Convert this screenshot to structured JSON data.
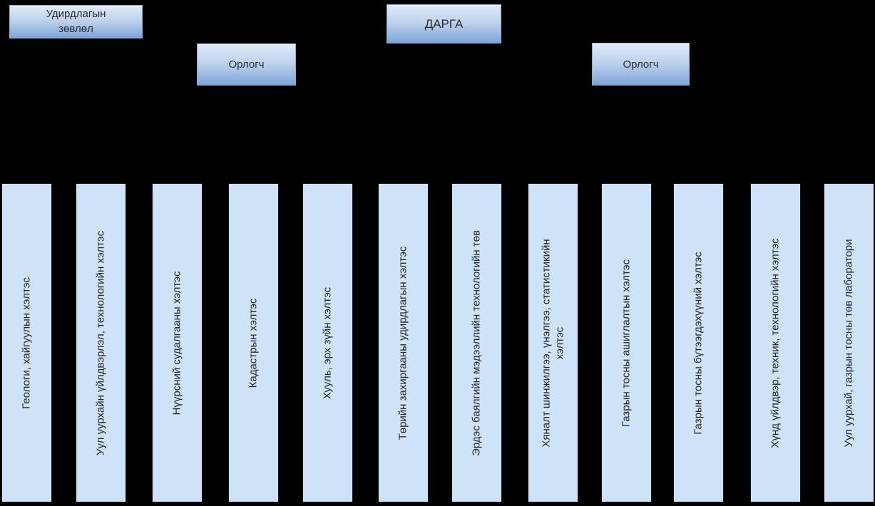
{
  "page": {
    "background_color": "#000000"
  },
  "org_chart": {
    "colors": {
      "node_gradient_top": "#e0eaf8",
      "node_gradient_bottom": "#7ea5da",
      "node_border": "#8fabd0",
      "department_fill": "#cfe3f8",
      "department_border": "#141414",
      "text": "#262626"
    },
    "top_nodes": {
      "board": {
        "label": "Удирдлагын зөвлөл"
      },
      "head": {
        "label": "ДАРГА"
      },
      "deputy_left": {
        "label": "Орлогч"
      },
      "deputy_right": {
        "label": "Орлогч"
      }
    },
    "departments": [
      "Геологи, хайгуулын хэлтэс",
      "Уул уурхайн үйлдвэрлэл, технологийн хэлтэс",
      "Нүүрсний судалгааны хэлтэс",
      "Кадастрын хэлтэс",
      "Хууль, эрх зүйн хэлтэс",
      "Төрийн захиргааны удирдлагын хэлтэс",
      "Эрдэс баялгийн мэдээллийн технологийн төв",
      "Хяналт шинжилгээ, үнэлгээ, статистикийн хэлтэс",
      "Газрын тосны ашиглалтын хэлтэс",
      "Газрын тосны бүтээгдэхүүний хэлтэс",
      "Хүнд үйлдвэр, техник, технологийн хэлтэс",
      "Уул уурхай, газрын тосны төв лаборатори"
    ]
  }
}
